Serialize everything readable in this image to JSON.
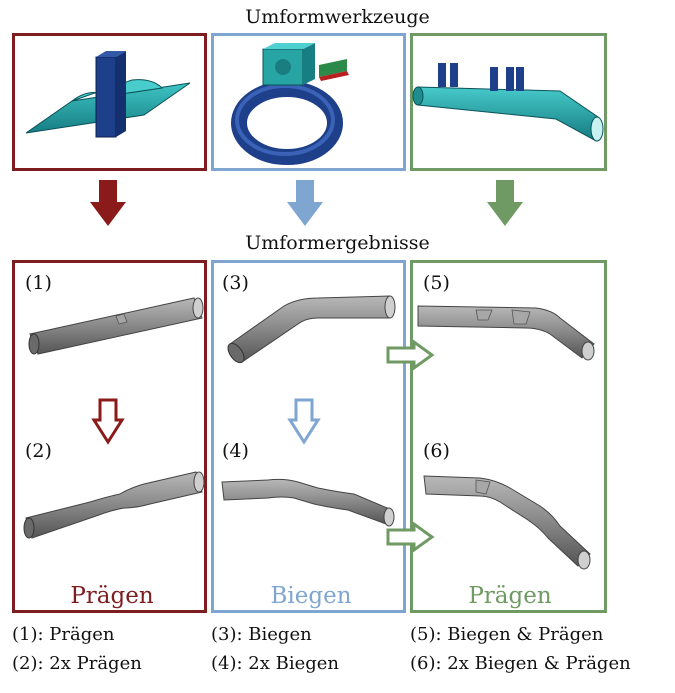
{
  "headings": {
    "tools": "Umformwerkzeuge",
    "results": "Umformergebnisse"
  },
  "columns": [
    {
      "title": "Prägen",
      "color": "#7e1d1f"
    },
    {
      "title": "Biegen",
      "color": "#7fa6d0"
    },
    {
      "title": "Prägen",
      "color": "#6f9a63"
    }
  ],
  "result_labels": [
    "(1)",
    "(2)",
    "(3)",
    "(4)",
    "(5)",
    "(6)"
  ],
  "legend": [
    "(1): Prägen",
    "(2): 2x Prägen",
    "(3): Biegen",
    "(4): 2x Biegen",
    "(5): Biegen & Prägen",
    "(6): 2x Biegen & Prägen"
  ],
  "colors": {
    "tool_body": "#26a5a5",
    "tool_die": "#1e3f8a",
    "tube": "#8c8c8c",
    "red": "#7e1d1f",
    "blue": "#7fa6d0",
    "green": "#6f9a63"
  }
}
